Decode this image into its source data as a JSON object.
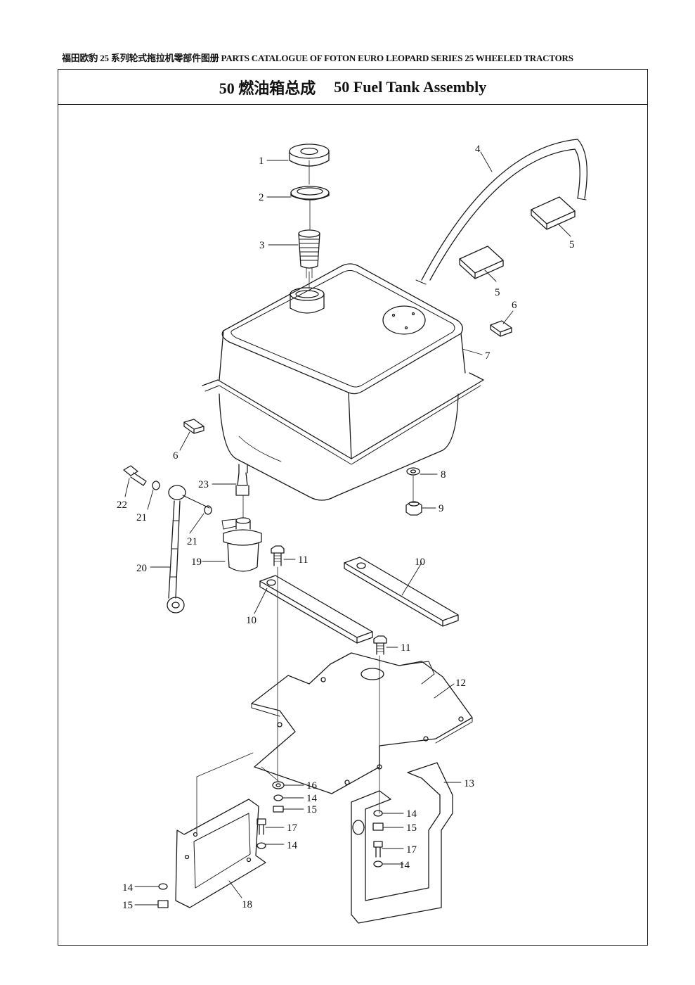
{
  "header": {
    "text": "福田欧豹 25 系列轮式拖拉机零部件图册   PARTS CATALOGUE  OF FOTON EURO LEOPARD SERIES 25 WHEELED TRACTORS"
  },
  "title": {
    "cn": "50 燃油箱总成",
    "en": "50 Fuel Tank Assembly"
  },
  "callouts": [
    "1",
    "2",
    "3",
    "4",
    "5",
    "5",
    "6",
    "6",
    "7",
    "8",
    "9",
    "10",
    "10",
    "11",
    "11",
    "12",
    "13",
    "14",
    "14",
    "14",
    "14",
    "14",
    "15",
    "15",
    "15",
    "16",
    "17",
    "17",
    "18",
    "19",
    "20",
    "21",
    "21",
    "22",
    "23"
  ],
  "colors": {
    "line": "#1a1a1a",
    "paper": "#ffffff"
  }
}
